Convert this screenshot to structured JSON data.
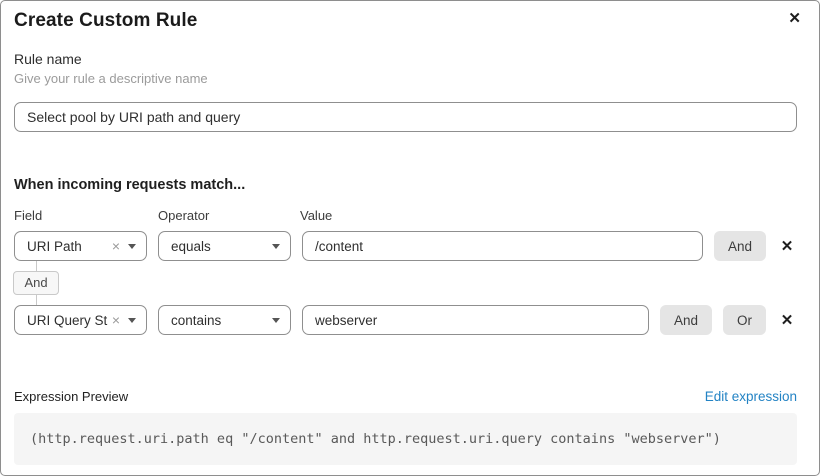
{
  "dialog": {
    "title": "Create Custom Rule"
  },
  "icons": {
    "close": "✕",
    "remove_condition": "✕",
    "clear_select": "×"
  },
  "rule_name": {
    "label": "Rule name",
    "helper": "Give your rule a descriptive name",
    "value": "Select pool by URI path and query"
  },
  "match_section": {
    "heading": "When incoming requests match...",
    "columns": {
      "field": "Field",
      "operator": "Operator",
      "value": "Value"
    },
    "rows": [
      {
        "field": "URI Path",
        "operator": "equals",
        "value": "/content",
        "buttons": [
          "And"
        ]
      },
      {
        "field": "URI Query St...",
        "operator": "contains",
        "value": "webserver",
        "buttons": [
          "And",
          "Or"
        ]
      }
    ],
    "connector_label": "And"
  },
  "expression": {
    "label": "Expression Preview",
    "edit_link": "Edit expression",
    "code": "(http.request.uri.path eq \"/content\" and http.request.uri.query contains \"webserver\")"
  },
  "colors": {
    "link_blue": "#2383c4",
    "button_gray": "#e5e5e5",
    "border_gray": "#8f8f8f",
    "code_bg": "#f5f5f5"
  }
}
